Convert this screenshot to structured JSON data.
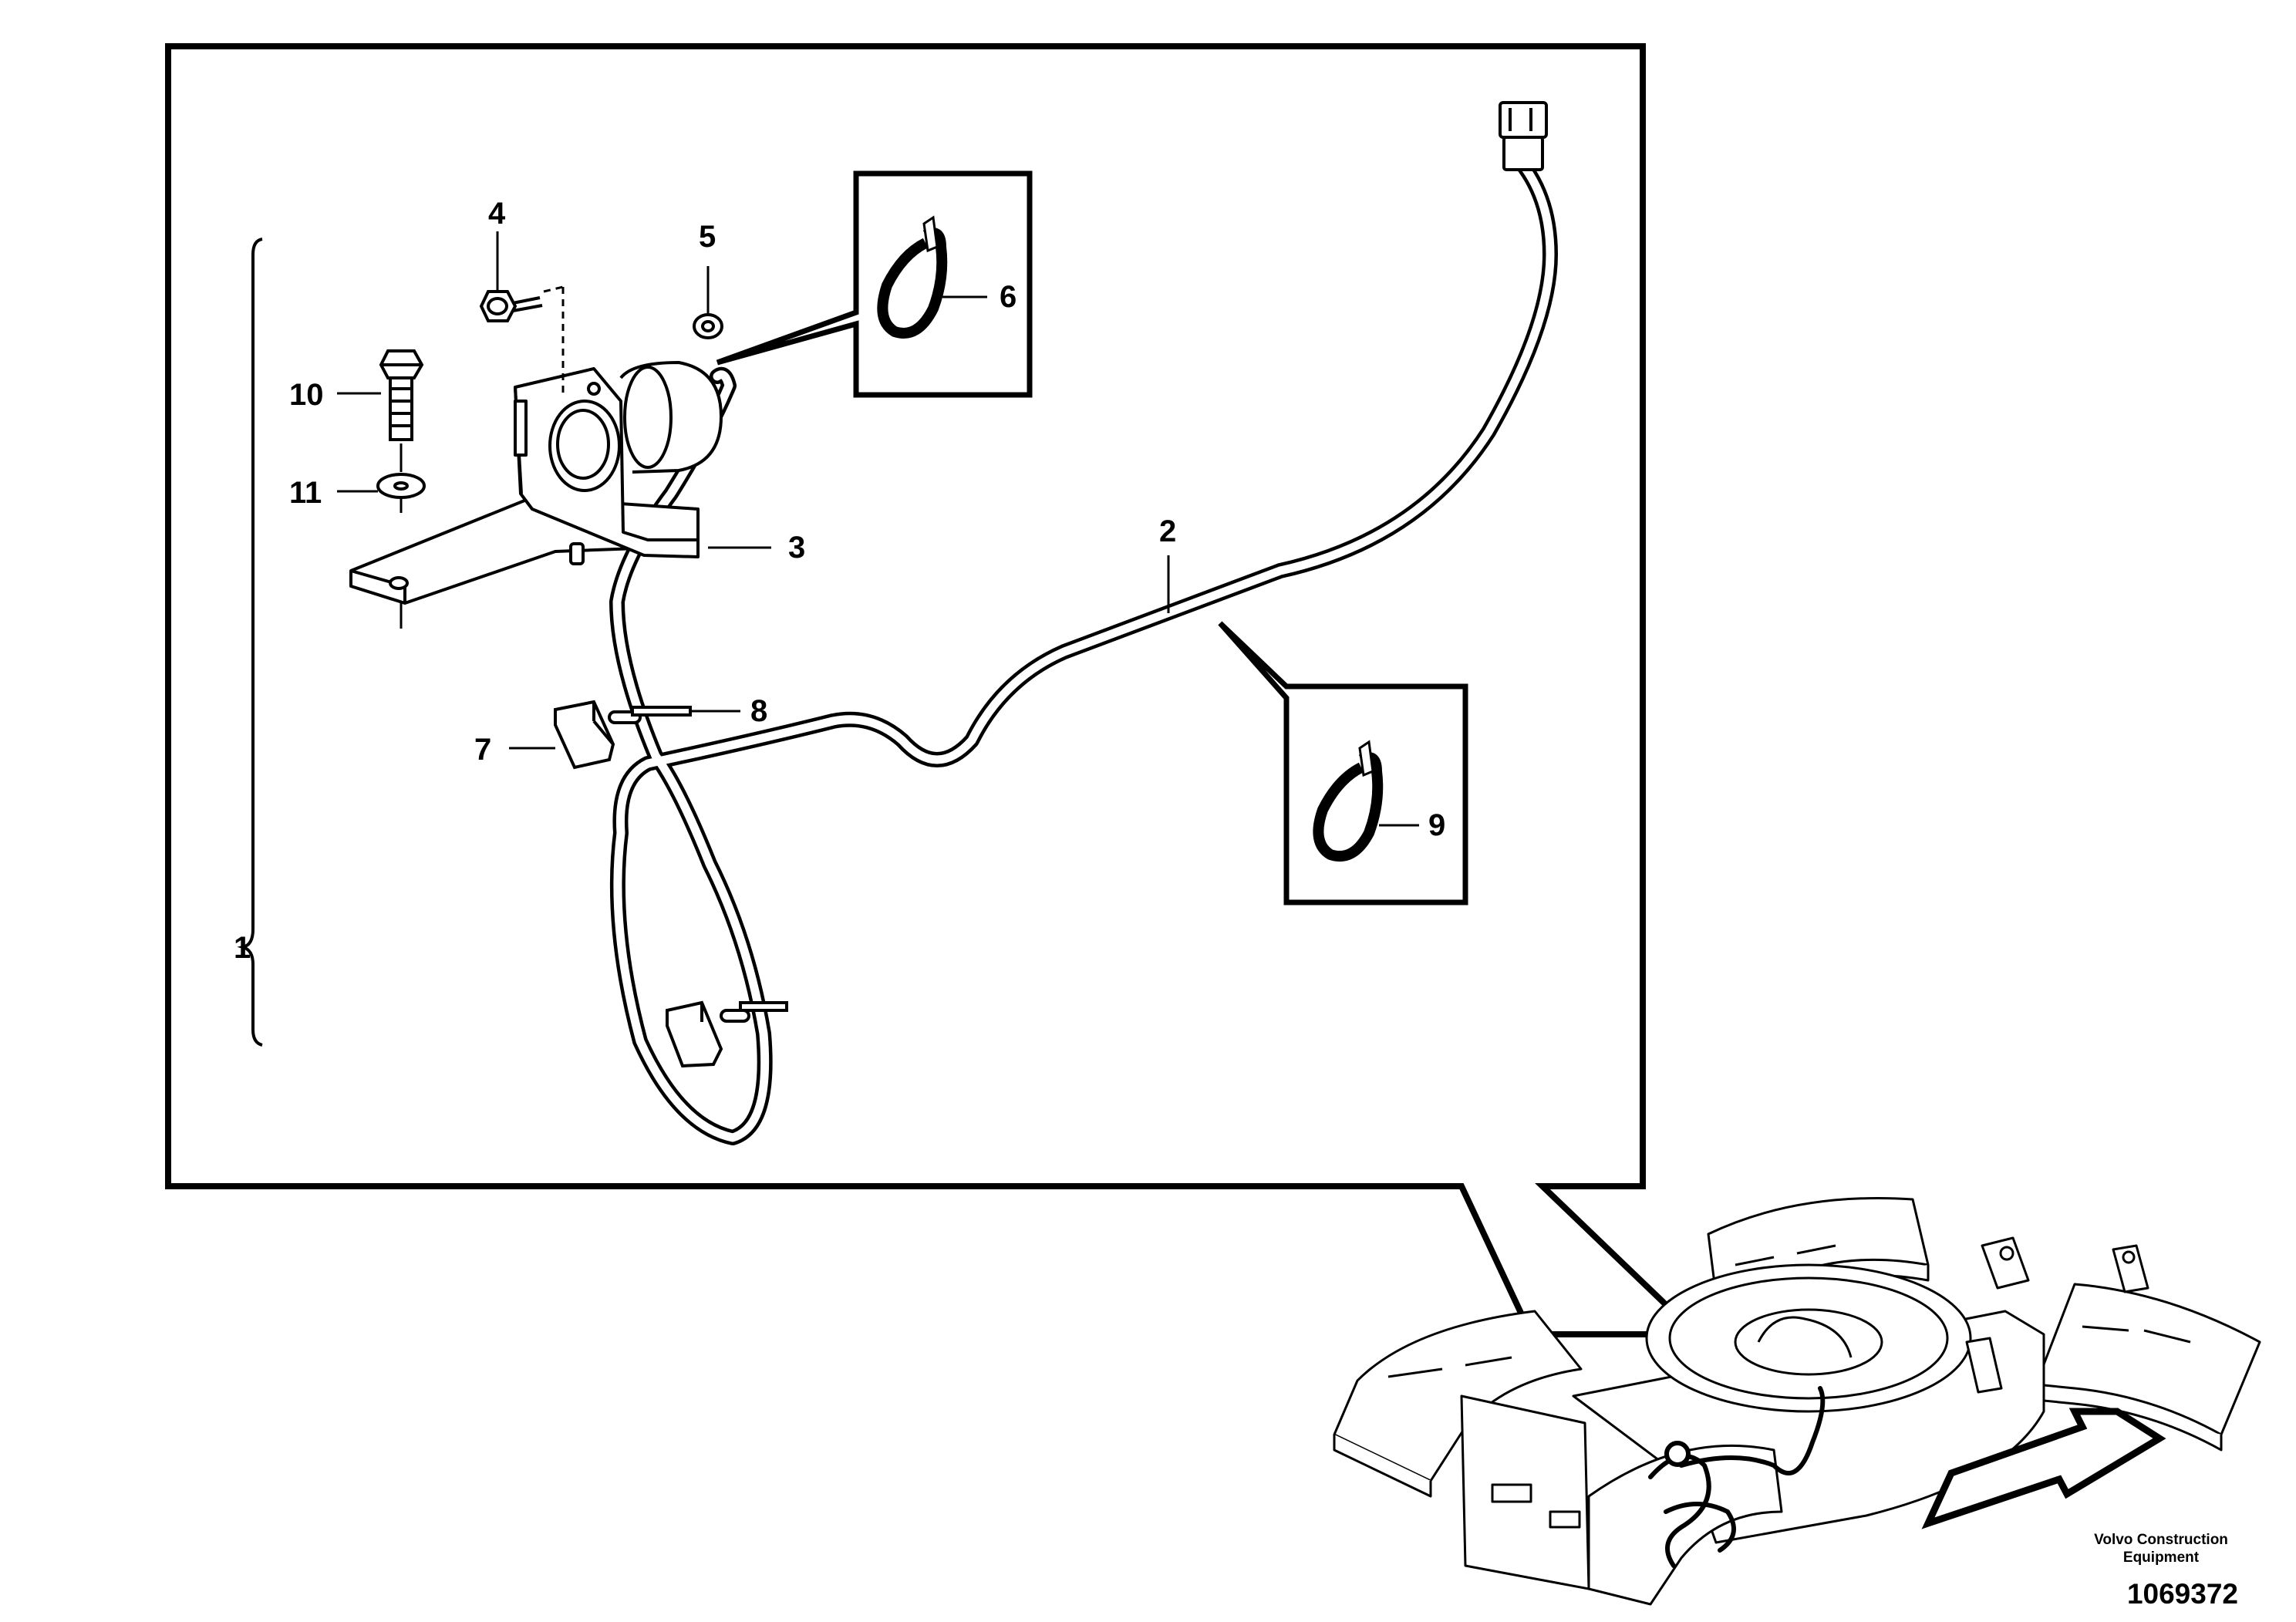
{
  "callouts": {
    "c1": "1",
    "c2": "2",
    "c3": "3",
    "c4": "4",
    "c5": "5",
    "c6": "6",
    "c7": "7",
    "c8": "8",
    "c9": "9",
    "c10": "10",
    "c11": "11"
  },
  "footer": {
    "brand_line1": "Volvo Construction",
    "brand_line2": "Equipment",
    "doc_number": "1069372"
  }
}
